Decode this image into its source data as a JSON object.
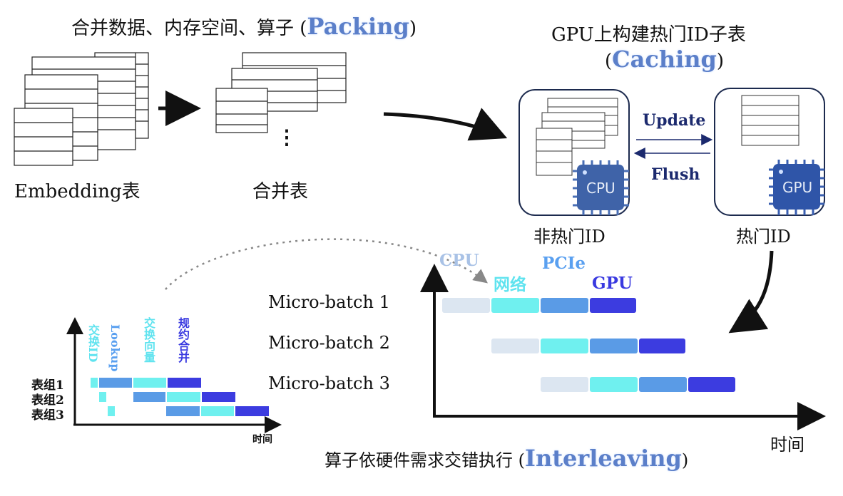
{
  "packing": {
    "title_prefix": "合并数据、内存空间、算子 (",
    "title_highlight": "Packing",
    "title_suffix": ")",
    "embedding_label": "Embedding表",
    "merged_label": "合并表",
    "dots": "⋮"
  },
  "caching": {
    "title_line1": "GPU上构建热门ID子表",
    "title_prefix": "(",
    "title_highlight": "Caching",
    "title_suffix": ")",
    "update_label": "Update",
    "flush_label": "Flush",
    "cpu_chip": "CPU",
    "gpu_chip": "GPU",
    "cold_label": "非热门ID",
    "hot_label": "热门ID"
  },
  "interleaving": {
    "title_prefix": "算子依硬件需求交错执行 (",
    "title_highlight": "Interleaving",
    "title_suffix": ")",
    "x_axis_label": "时间",
    "legend": {
      "cpu": "CPU",
      "network": "网络",
      "pcie": "PCIe",
      "gpu": "GPU"
    },
    "batches": [
      "Micro-batch  1",
      "Micro-batch  2",
      "Micro-batch  3"
    ],
    "colors": {
      "cpu": "#dce6f1",
      "network": "#6ff0ef",
      "pcie": "#5a9be6",
      "gpu": "#3c3ce0"
    }
  },
  "small_chart": {
    "stages": [
      "交换ID",
      "Lookup",
      "交换向量",
      "规约合并"
    ],
    "rows": [
      "表组1",
      "表组2",
      "表组3"
    ],
    "x_axis_label": "时间"
  }
}
